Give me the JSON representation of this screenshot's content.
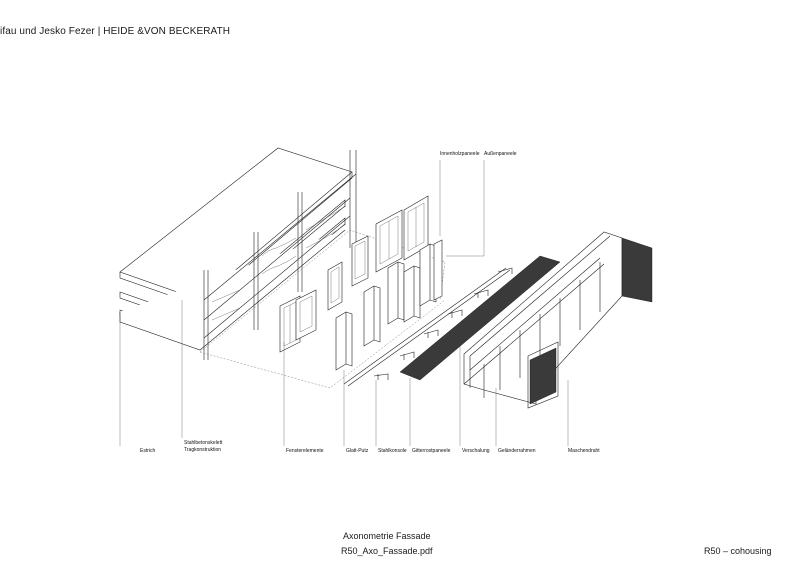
{
  "header": {
    "credit": "ifau und Jesko Fezer | HEIDE &VON BECKERATH"
  },
  "labels": {
    "top": [
      "Innenholzpaneele",
      "Außenpaneele"
    ],
    "bottom": [
      "Estrich",
      "Stahlbetonskelett",
      "Tragkonstruktion",
      "Fensterelemente",
      "Glatt-Putz",
      "Stahlkonsole",
      "Gitterrostpaneele",
      "Verschalung",
      "Geländerrahmen",
      "Maschendraht"
    ]
  },
  "caption": {
    "title": "Axonometrie Fassade",
    "file": "R50_Axo_Fassade.pdf"
  },
  "project": "R50 – cohousing"
}
